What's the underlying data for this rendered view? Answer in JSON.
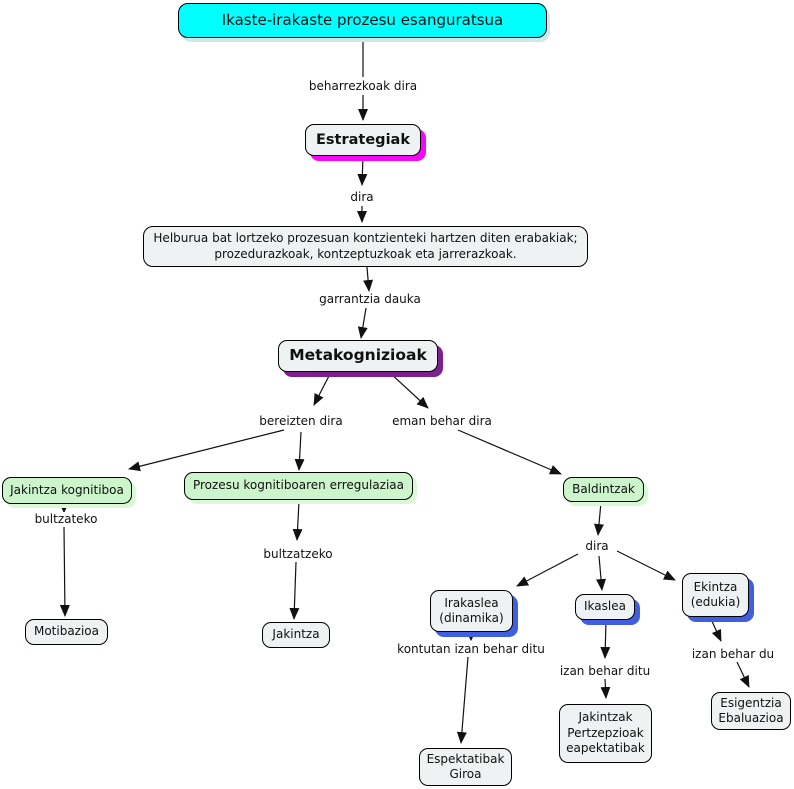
{
  "diagram": {
    "nodes": {
      "title": {
        "label": "Ikaste-irakaste prozesu esanguratsua"
      },
      "estrategiak": {
        "label": "Estrategiak"
      },
      "helburua": {
        "label": "Helburua bat lortzeko prozesuan kontzienteki hartzen diten erabakiak;\nprozedurazkoak, kontzeptuzkoak eta jarrerazkoak."
      },
      "metakognizioak": {
        "label": "Metakognizioak"
      },
      "jakintza_kognitiboa": {
        "label": "Jakintza kognitiboa"
      },
      "prozesu_erregulazioa": {
        "label": "Prozesu kognitiboaren erregulaziaa"
      },
      "baldintzak": {
        "label": "Baldintzak"
      },
      "motibazioa": {
        "label": "Motibazioa"
      },
      "jakintza": {
        "label": "Jakintza"
      },
      "irakaslea": {
        "label": "Irakaslea\n(dinamika)"
      },
      "ikaslea": {
        "label": "Ikaslea"
      },
      "ekintza": {
        "label": "Ekintza\n(edukia)"
      },
      "espektatibak_giroa": {
        "label": "Espektatibak\nGiroa"
      },
      "jakintzak_pertzepzioak": {
        "label": "Jakintzak\nPertzepzioak\neapektatibak"
      },
      "esigentzia_ebaluazioa": {
        "label": "Esigentzia\nEbaluazioa"
      }
    },
    "link_labels": {
      "beharrezkoak_dira": "beharrezkoak dira",
      "dira_1": "dira",
      "garrantzia_dauka": "garrantzia dauka",
      "bereizten_dira": "bereizten dira",
      "eman_behar_dira": "eman behar dira",
      "bultzateko": "bultzateko",
      "bultzatzeko": "bultzatzeko",
      "dira_2": "dira",
      "kontutan_izan_behar_ditu": "kontutan izan behar ditu",
      "izan_behar_ditu": "izan behar ditu",
      "izan_behar_du": "izan behar du"
    },
    "colors": {
      "canvas_bg": "#ffffff",
      "node_fill": "#eef2f2",
      "node_border": "#000000",
      "title_fill": "#00ffff",
      "title_shadow": "#cde9e9",
      "green_fill": "#ccf5cb",
      "green_shadow": "#daf8d3",
      "magenta_shadow": "#f707f7",
      "purple_shadow": "#7c2090",
      "blue_shadow": "#3f5ee0",
      "line_color": "#111111",
      "text_color": "#111111"
    }
  }
}
